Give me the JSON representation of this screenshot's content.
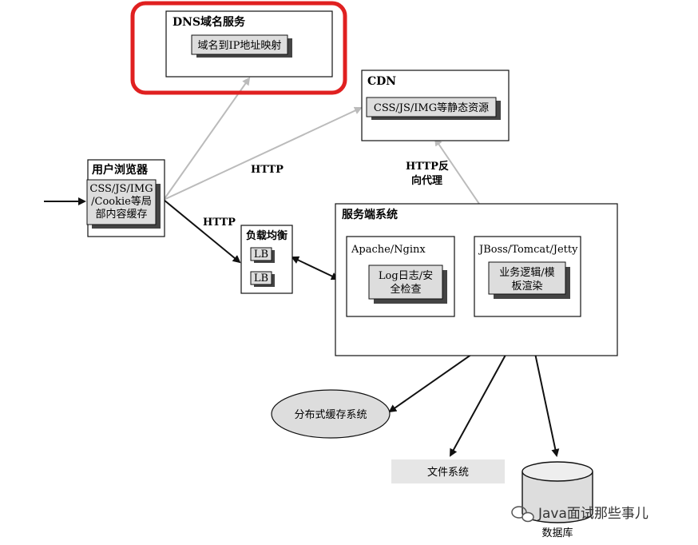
{
  "dns": {
    "title": "DNS域名服务",
    "inner": "域名到IP地址映射"
  },
  "cdn": {
    "title": "CDN",
    "inner": "CSS/JS/IMG等静态资源"
  },
  "browser": {
    "title": "用户浏览器",
    "line1": "CSS/JS/IMG",
    "line2": "/Cookie等局",
    "line3": "部内容缓存"
  },
  "lb": {
    "title": "负载均衡",
    "item1": "LB",
    "item2": "LB"
  },
  "server": {
    "title": "服务端系统",
    "apache": {
      "title": "Apache/Nginx",
      "line1": "Log日志/安",
      "line2": "全检查"
    },
    "jboss": {
      "title": "JBoss/Tomcat/Jetty",
      "line1": "业务逻辑/模",
      "line2": "板渲染"
    }
  },
  "edges": {
    "http_cdn": "HTTP",
    "http_lb": "HTTP",
    "reverse_proxy_1": "HTTP反",
    "reverse_proxy_2": "向代理"
  },
  "cache": {
    "label": "分布式缓存系统"
  },
  "fs": {
    "label": "文件系统"
  },
  "db": {
    "label": "数据库"
  },
  "watermark": {
    "text": "Java面试那些事儿"
  },
  "highlight_color": "#e02020"
}
